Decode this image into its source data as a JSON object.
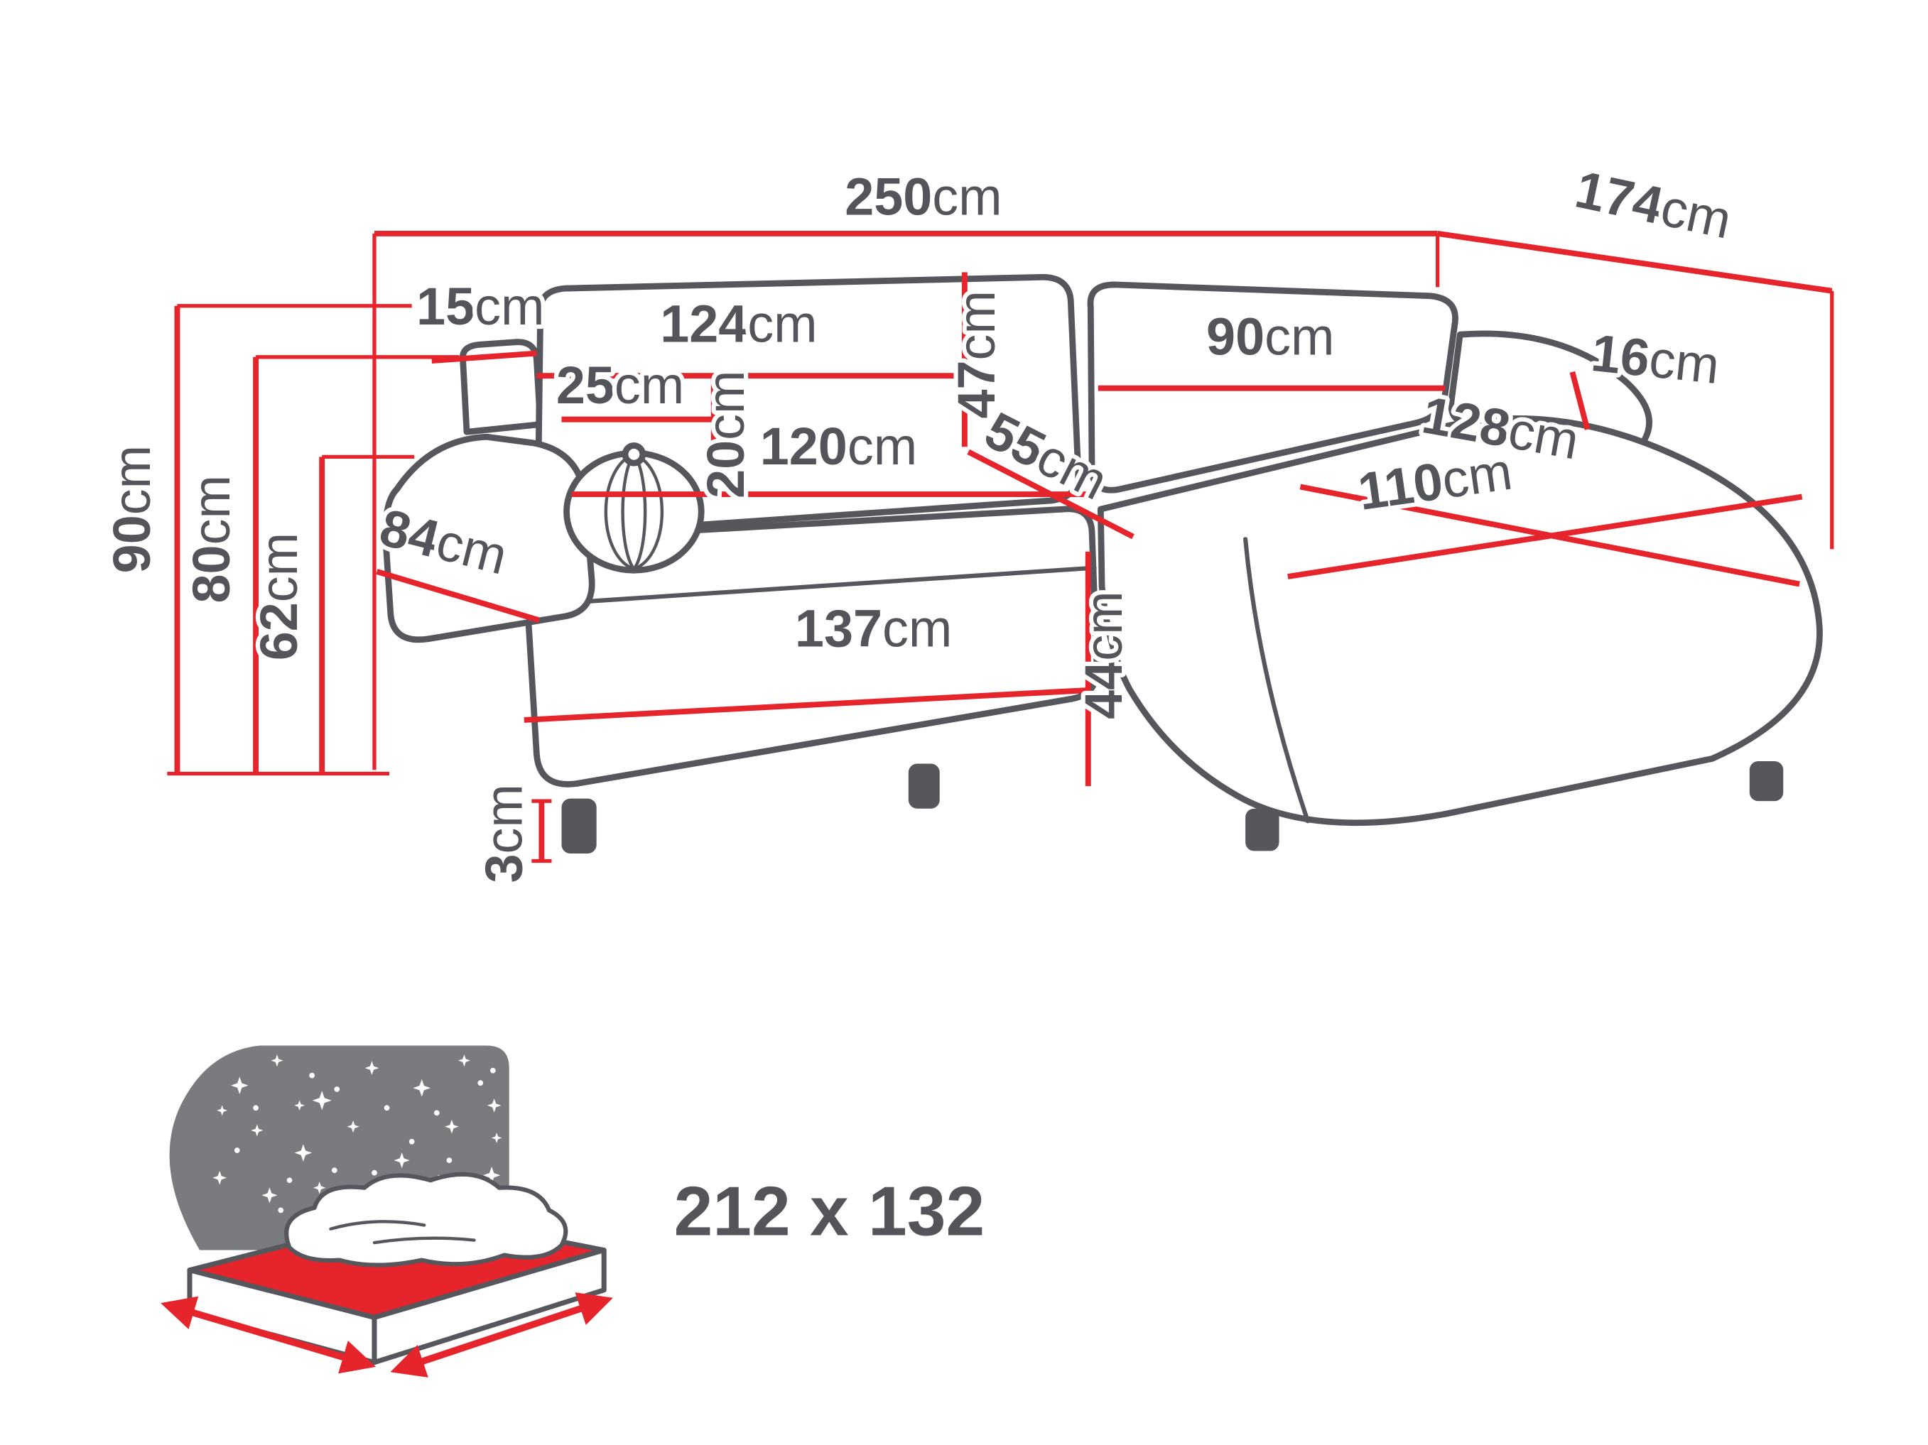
{
  "diagram": {
    "labels": {
      "d250": {
        "num": "250",
        "unit": "cm"
      },
      "d174": {
        "num": "174",
        "unit": "cm"
      },
      "d90h": {
        "num": "90",
        "unit": "cm"
      },
      "d80": {
        "num": "80",
        "unit": "cm"
      },
      "d62": {
        "num": "62",
        "unit": "cm"
      },
      "d15": {
        "num": "15",
        "unit": "cm"
      },
      "d124": {
        "num": "124",
        "unit": "cm"
      },
      "d47": {
        "num": "47",
        "unit": "cm"
      },
      "d90w": {
        "num": "90",
        "unit": "cm"
      },
      "d16": {
        "num": "16",
        "unit": "cm"
      },
      "d25": {
        "num": "25",
        "unit": "cm"
      },
      "d20": {
        "num": "20",
        "unit": "cm"
      },
      "d120": {
        "num": "120",
        "unit": "cm"
      },
      "d55": {
        "num": "55",
        "unit": "cm"
      },
      "d128": {
        "num": "128",
        "unit": "cm"
      },
      "d110": {
        "num": "110",
        "unit": "cm"
      },
      "d84": {
        "num": "84",
        "unit": "cm"
      },
      "d137": {
        "num": "137",
        "unit": "cm"
      },
      "d44": {
        "num": "44",
        "unit": "cm"
      },
      "d3": {
        "num": "3",
        "unit": "cm"
      }
    },
    "bed": {
      "size": "212 x 132"
    },
    "colors": {
      "dimension_red": "#e5252b",
      "label_gray": "#54555a",
      "outline_gray": "#56575c",
      "night_sky_gray": "#7a7b7e"
    }
  }
}
